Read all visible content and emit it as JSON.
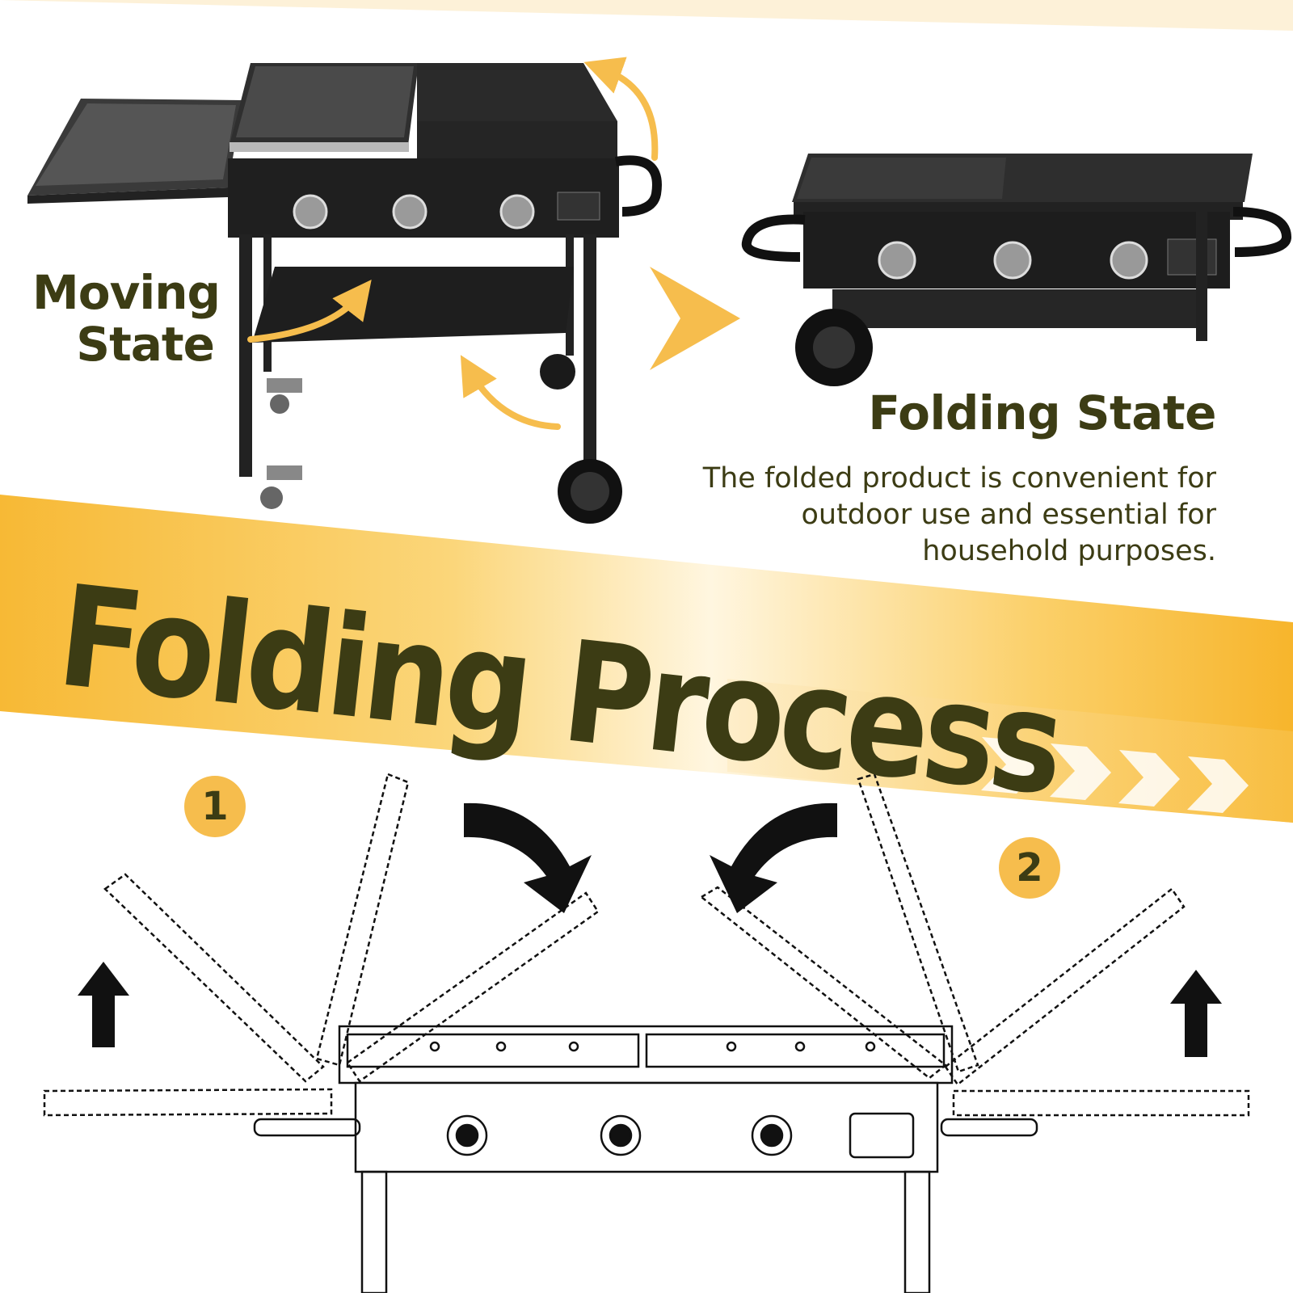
{
  "moving_state": {
    "line1": "Moving",
    "line2": "State"
  },
  "folding_state": {
    "title": "Folding State",
    "desc_line1": "The folded product is convenient for",
    "desc_line2": "outdoor use and essential for",
    "desc_line3": "household purposes."
  },
  "banner": {
    "title": "Folding Process"
  },
  "steps": [
    {
      "number": "1"
    },
    {
      "number": "2"
    }
  ],
  "colors": {
    "accent": "#f6bd4d",
    "text": "#3c3c14",
    "grill": "#2a2a2a"
  }
}
